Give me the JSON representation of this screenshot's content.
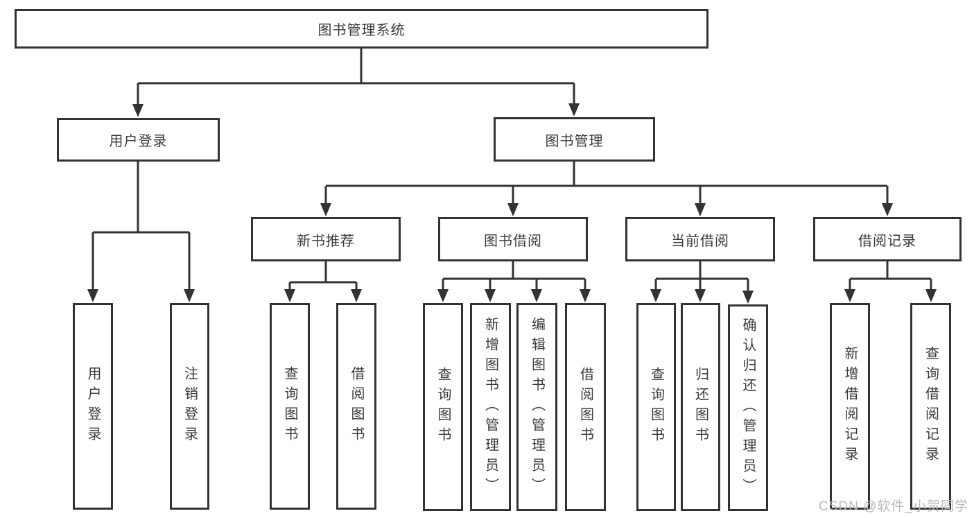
{
  "watermark": "CSDN @软件_小贺同学",
  "colors": {
    "line": "#333333",
    "box_border": "#333333",
    "box_bg": "#ffffff",
    "text": "#3a3a3a",
    "watermark": "#b9b9b9"
  },
  "tree": {
    "root": "图书管理系统",
    "branches": [
      {
        "label": "用户登录",
        "leaves": [
          "用户登录",
          "注销登录"
        ]
      },
      {
        "label": "图书管理",
        "groups": [
          {
            "label": "新书推荐",
            "leaves": [
              "查询图书",
              "借阅图书"
            ]
          },
          {
            "label": "图书借阅",
            "leaves": [
              "查询图书",
              "新增图书（管理员）",
              "编辑图书（管理员）",
              "借阅图书"
            ]
          },
          {
            "label": "当前借阅",
            "leaves": [
              "查询图书",
              "归还图书",
              "确认归还（管理员）"
            ]
          },
          {
            "label": "借阅记录",
            "leaves": [
              "新增借阅记录",
              "查询借阅记录"
            ]
          }
        ]
      }
    ]
  }
}
